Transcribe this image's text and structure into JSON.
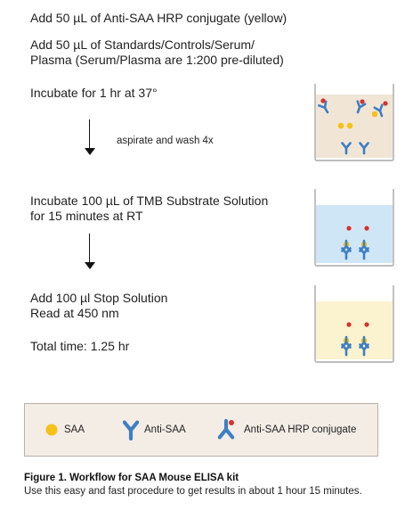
{
  "steps": {
    "step1": "Add 50 µL of Anti-SAA HRP conjugate (yellow)",
    "step2_line1": "Add 50 µL of Standards/Controls/Serum/",
    "step2_line2": "Plasma (Serum/Plasma are 1:200 pre-diluted)",
    "step3": "Incubate for 1 hr at 37°",
    "wash": "aspirate and wash 4x",
    "step4_line1": "Incubate 100 µL of TMB Substrate Solution",
    "step4_line2": "for 15 minutes at RT",
    "step5_line1": "Add 100 µl Stop Solution",
    "step5_line2": "Read at 450 nm",
    "total": "Total time: 1.25 hr"
  },
  "wells": {
    "incubation_fill": "#f1e6d6",
    "tmb_fill": "#cfe6f6",
    "stop_fill": "#fbf3cf"
  },
  "legend": {
    "saa_label": "SAA",
    "anti_saa_label": "Anti-SAA",
    "conjugate_label": "Anti-SAA HRP conjugate",
    "saa_icon": "yellow-circle",
    "anti_saa_icon": "blue-antibody-y",
    "conjugate_icon": "antibody-with-red-hrp"
  },
  "colors": {
    "antibody_blue": "#3d7fc4",
    "saa_yellow": "#f4c21a",
    "hrp_red": "#d9302c"
  },
  "caption": {
    "title": "Figure 1. Workflow for SAA Mouse ELISA kit",
    "text": "Use this easy and fast procedure to get results in about 1 hour 15 minutes."
  }
}
